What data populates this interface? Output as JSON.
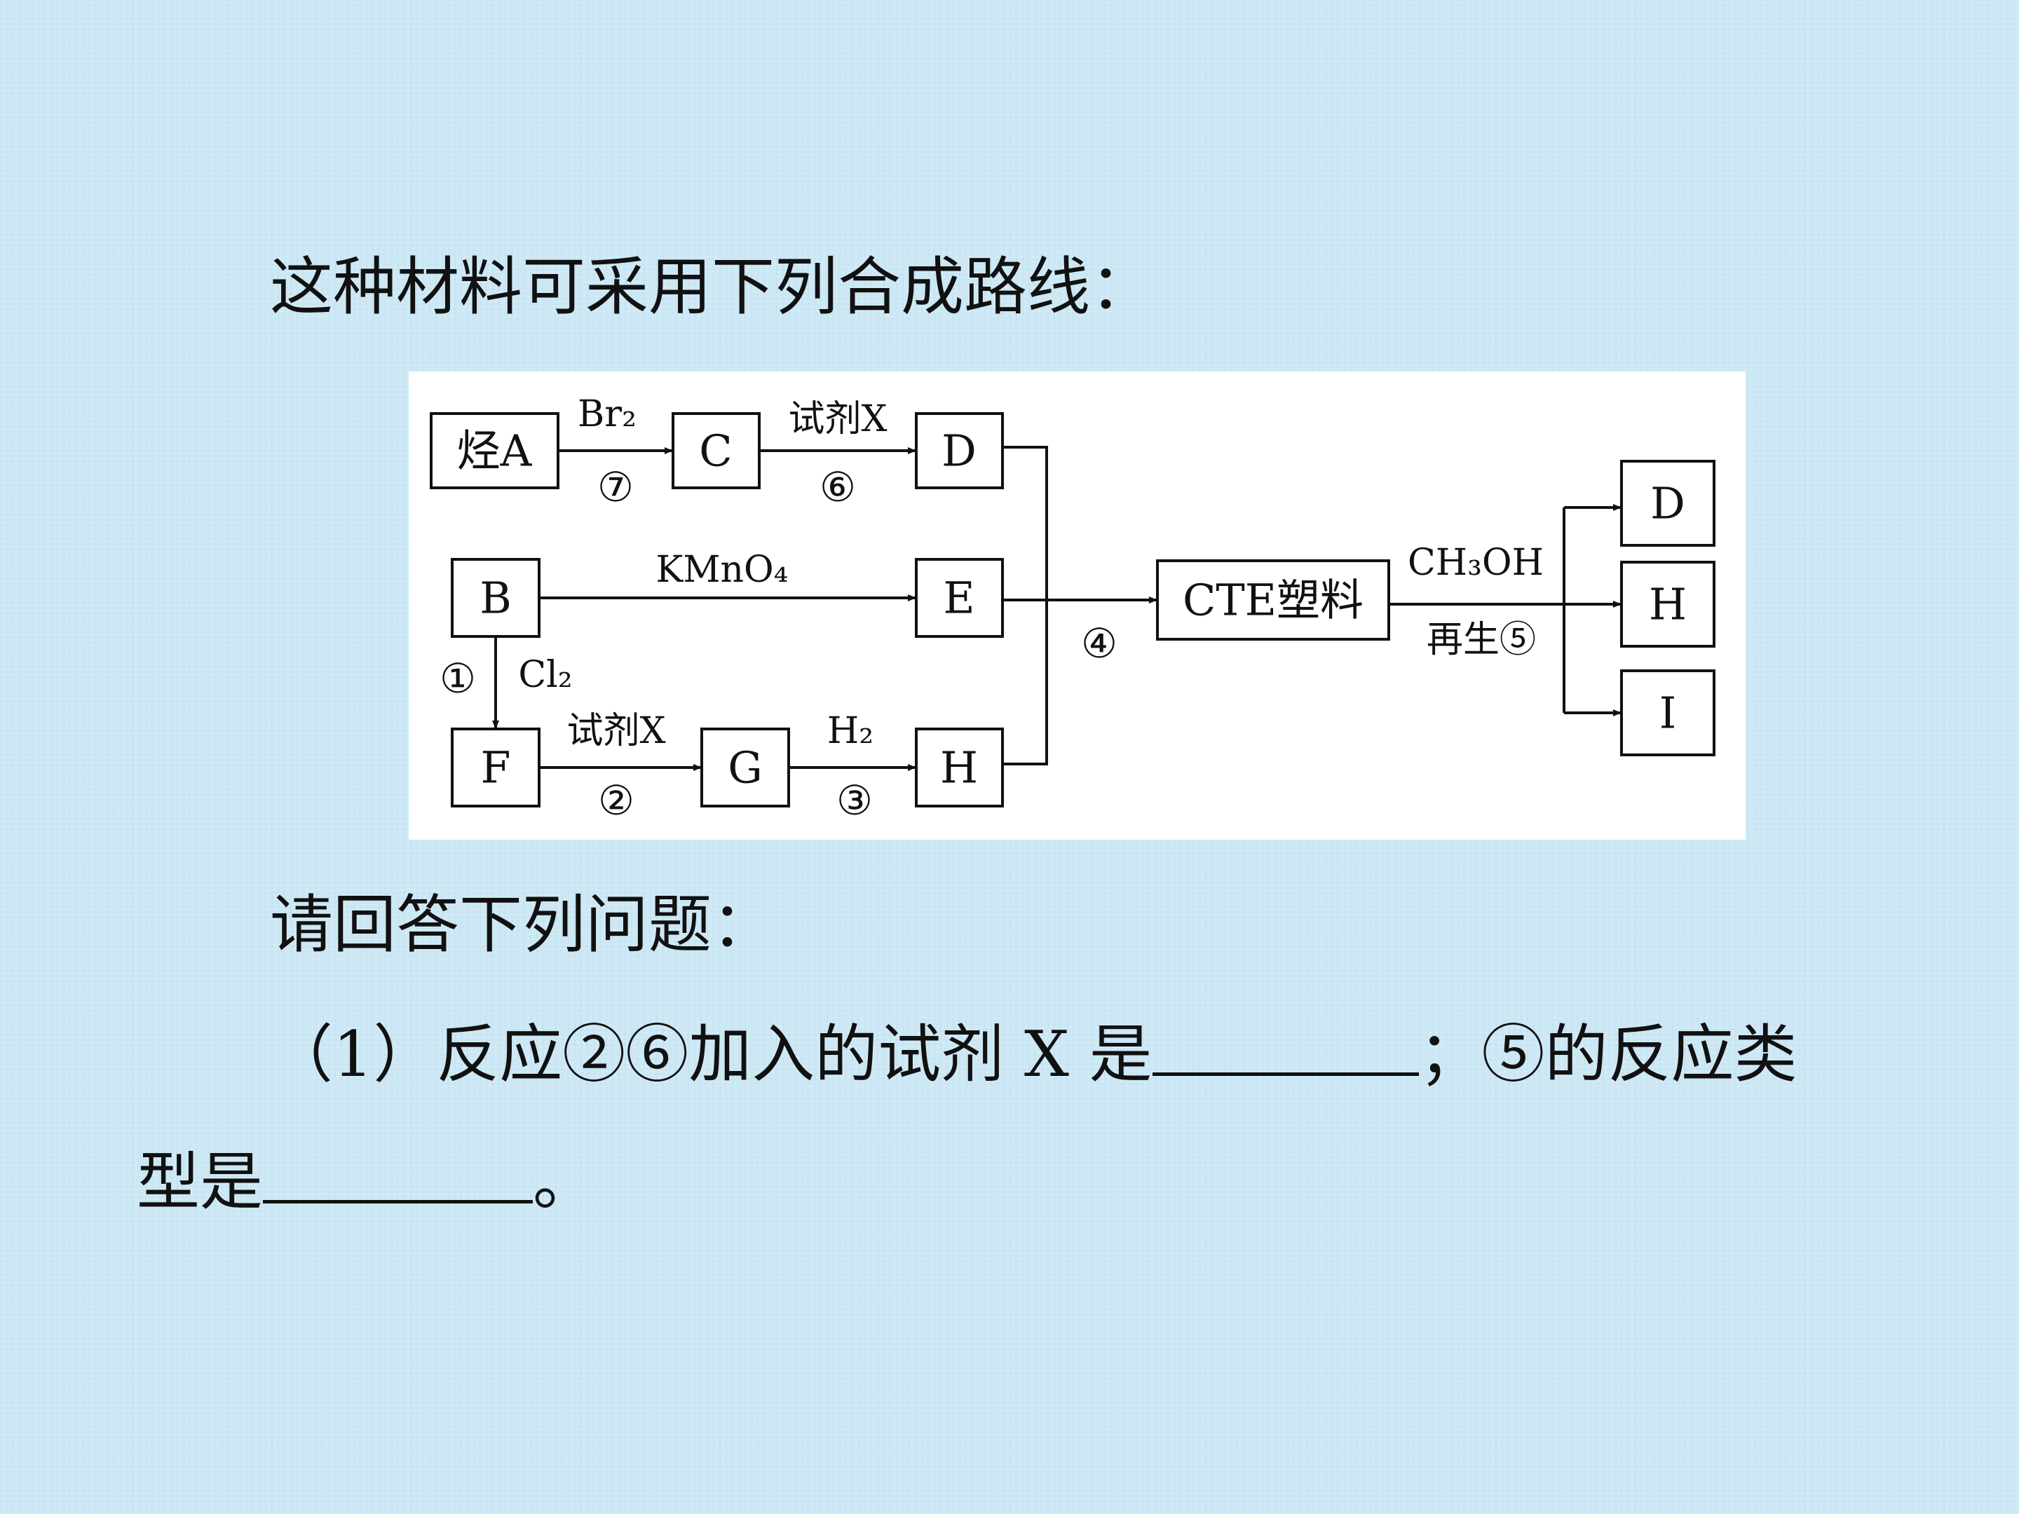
{
  "intro": "这种材料可采用下列合成路线：",
  "diagram": {
    "nodes": {
      "a": "烃A",
      "b": "B",
      "c": "C",
      "d": "D",
      "e": "E",
      "f": "F",
      "g": "G",
      "h": "H",
      "cte": "CTE塑料",
      "d2": "D",
      "h2": "H",
      "i": "I"
    },
    "labels": {
      "br2": "Br₂",
      "step7": "⑦",
      "reagent_x_top": "试剂X",
      "step6": "⑥",
      "kmno4": "KMnO₄",
      "step1": "①",
      "cl2": "Cl₂",
      "reagent_x_bottom": "试剂X",
      "step2": "②",
      "h2_reagent": "H₂",
      "step3": "③",
      "step4": "④",
      "ch3oh": "CH₃OH",
      "regen": "再生⑤"
    }
  },
  "prompt": "请回答下列问题：",
  "question": {
    "part1": "（1）反应②⑥加入的试剂 X 是",
    "part2": "；⑤的反应类",
    "part3": "型是",
    "part4": "。"
  }
}
